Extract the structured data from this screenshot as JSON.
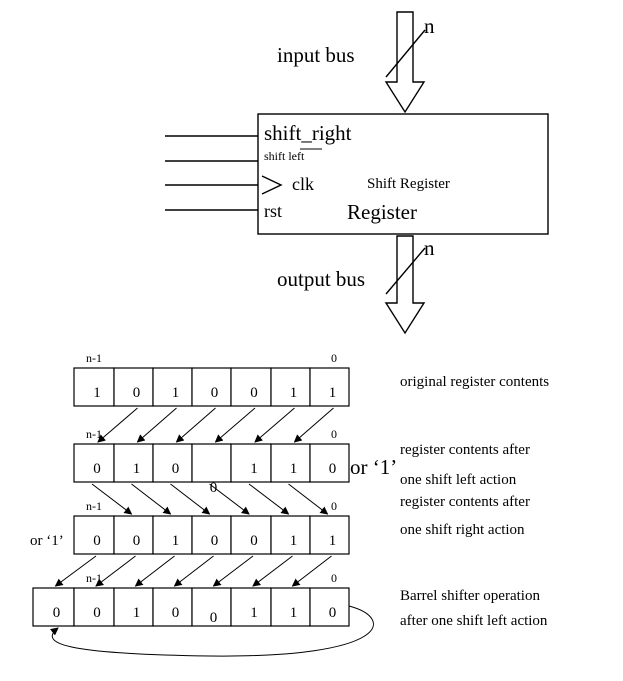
{
  "block": {
    "input_bus_label": "input bus",
    "output_bus_label": "output bus",
    "bus_width_in": "n",
    "bus_width_out": "n",
    "shift_right": "shift_right",
    "shift_left": "shift left",
    "clk": "clk",
    "rst": "rst",
    "title_small": "Shift Register",
    "title_large": "Register"
  },
  "rows": [
    {
      "msb_label": "n-1",
      "lsb_label": "0",
      "bits": [
        "1",
        "0",
        "1",
        "0",
        "0",
        "1",
        "1"
      ],
      "description": [
        "original register contents"
      ]
    },
    {
      "msb_label": "n-1",
      "lsb_label": "0",
      "bits": [
        "0",
        "1",
        "0",
        "",
        "1",
        "1",
        "0"
      ],
      "fill_note": "or ‘1’",
      "below_gap": "0",
      "description": [
        "register contents after",
        "one shift left action"
      ]
    },
    {
      "msb_label": "n-1",
      "lsb_label": "0",
      "bits": [
        "0",
        "0",
        "1",
        "0",
        "0",
        "1",
        "1"
      ],
      "fill_note": "or ‘1’",
      "description": [
        "register contents after",
        "one shift right action"
      ]
    },
    {
      "msb_label": "n-1",
      "lsb_label": "0",
      "bits": [
        "0",
        "0",
        "1",
        "0",
        "",
        "1",
        "1",
        "0"
      ],
      "below_gap": "0",
      "description": [
        "Barrel shifter operation",
        "after one shift left action"
      ]
    }
  ]
}
